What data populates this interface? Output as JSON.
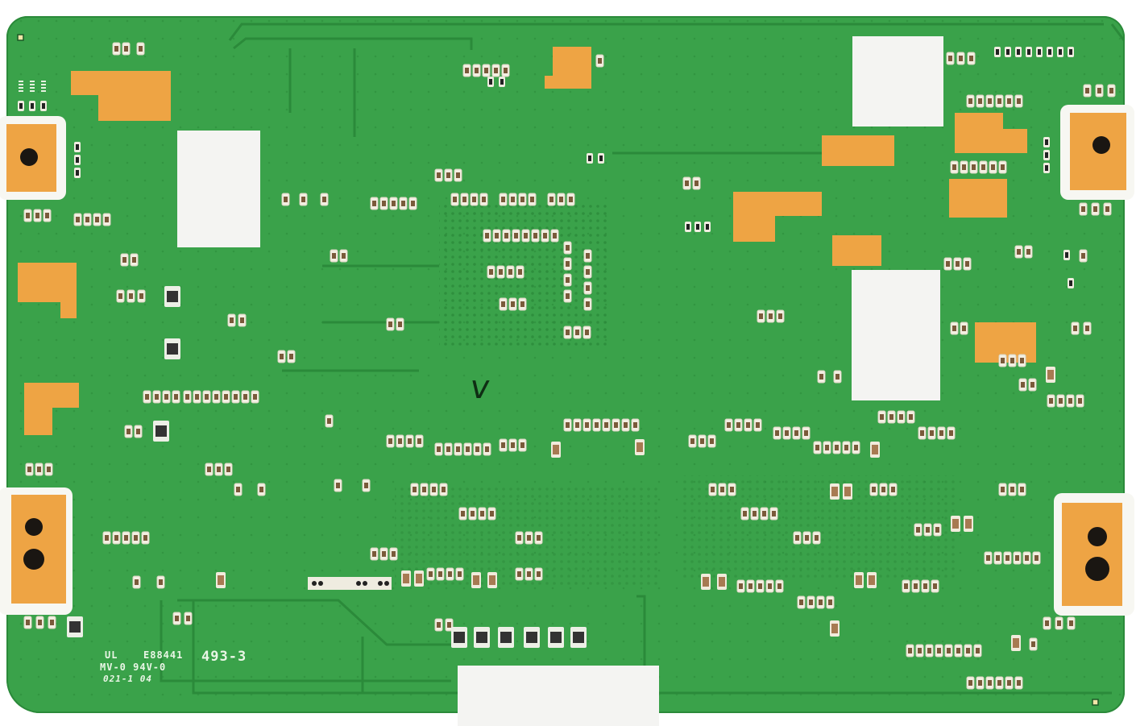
{
  "board": {
    "type": "LCD T-CON printed circuit board (component side)",
    "substrate_color": "#3aa24a",
    "trace_color": "#2b8a3a",
    "copper_pad_color": "#eea444",
    "label_pad_color": "#f4f4f2",
    "silkscreen_color": "#eaf6e6"
  },
  "silkscreen": {
    "ul_mark": "UL",
    "ul_file": "E88441",
    "flammability_line": "MV-0  94V-0",
    "date_code": "021-1 04",
    "part_number": "493-3",
    "hand_mark": "V"
  },
  "mounting_holes": [
    {
      "position": "top-left",
      "holes": 1
    },
    {
      "position": "top-right",
      "holes": 1
    },
    {
      "position": "bottom-left",
      "holes": 2
    },
    {
      "position": "bottom-right",
      "holes": 2
    }
  ],
  "blank_labels": [
    {
      "position": "upper-left-center"
    },
    {
      "position": "top-right"
    },
    {
      "position": "right-center"
    },
    {
      "position": "bottom-center"
    }
  ]
}
